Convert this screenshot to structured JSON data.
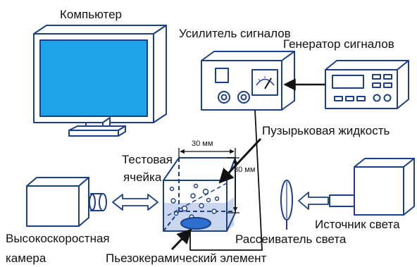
{
  "labels": {
    "computer": "Компьютер",
    "amplifier": "Усилитель сигналов",
    "generator": "Генератор сигналов",
    "bubble_liquid": "Пузырьковая жидкость",
    "test_cell_line1": "Тестовая",
    "test_cell_line2": "ячейка",
    "camera_line1": "Высокоскоростная",
    "camera_line2": "камера",
    "light_source": "Источник света",
    "diffuser": "Рассеиватель света",
    "piezo": "Пьезокерамический элемент"
  },
  "dimensions": {
    "width": "30 мм",
    "height": "30 мм"
  },
  "colors": {
    "outline": "#1c3f8a",
    "screen": "#1fa3e8",
    "box_fill": "#ffffff",
    "liquid": "#c9d6ee",
    "piezo": "#2f6fd0",
    "arrow": "#111111"
  },
  "icons": [
    "monitor-icon",
    "amplifier-icon",
    "signal-generator-icon",
    "camera-icon",
    "light-source-icon",
    "diffuser-lens-icon",
    "test-cell-icon",
    "piezo-element-icon"
  ]
}
